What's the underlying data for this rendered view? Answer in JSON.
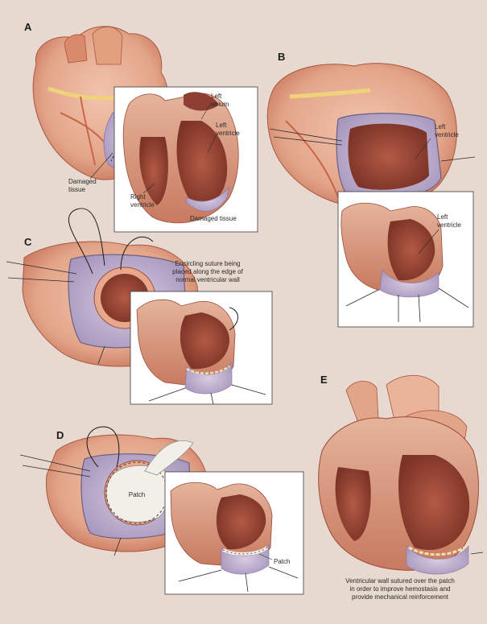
{
  "colors": {
    "background": "#e7d9cf",
    "heart_outer": "#e9b49a",
    "heart_dark": "#b85c44",
    "cavity": "#9c4a3a",
    "scar": "#b9a9c9",
    "patch": "#f2efe8",
    "vessel": "#d98a6c",
    "fat": "#f0d27a"
  },
  "panels": {
    "a": {
      "letter": "A",
      "label_left_atrium": "Left\natrium",
      "label_left_ventricle": "Left\nventricle",
      "label_right_ventricle": "Right\nventricle",
      "label_damaged_tissue_box": "Damaged tissue",
      "label_damaged_tissue_heart": "Damaged\ntissue"
    },
    "b": {
      "letter": "B",
      "label_left_ventricle_top": "Left\nventricle",
      "label_left_ventricle_box": "Left\nventricle"
    },
    "c": {
      "letter": "C",
      "caption": "Encircling suture being\nplaced along the edge of\nnormal ventricular wall"
    },
    "d": {
      "letter": "D",
      "label_patch_center": "Patch",
      "label_patch_box": "Patch"
    },
    "e": {
      "letter": "E",
      "caption": "Ventricular wall sutured over the patch\nin order to improve hemostasis and\nprovide mechanical reinforcement"
    }
  }
}
